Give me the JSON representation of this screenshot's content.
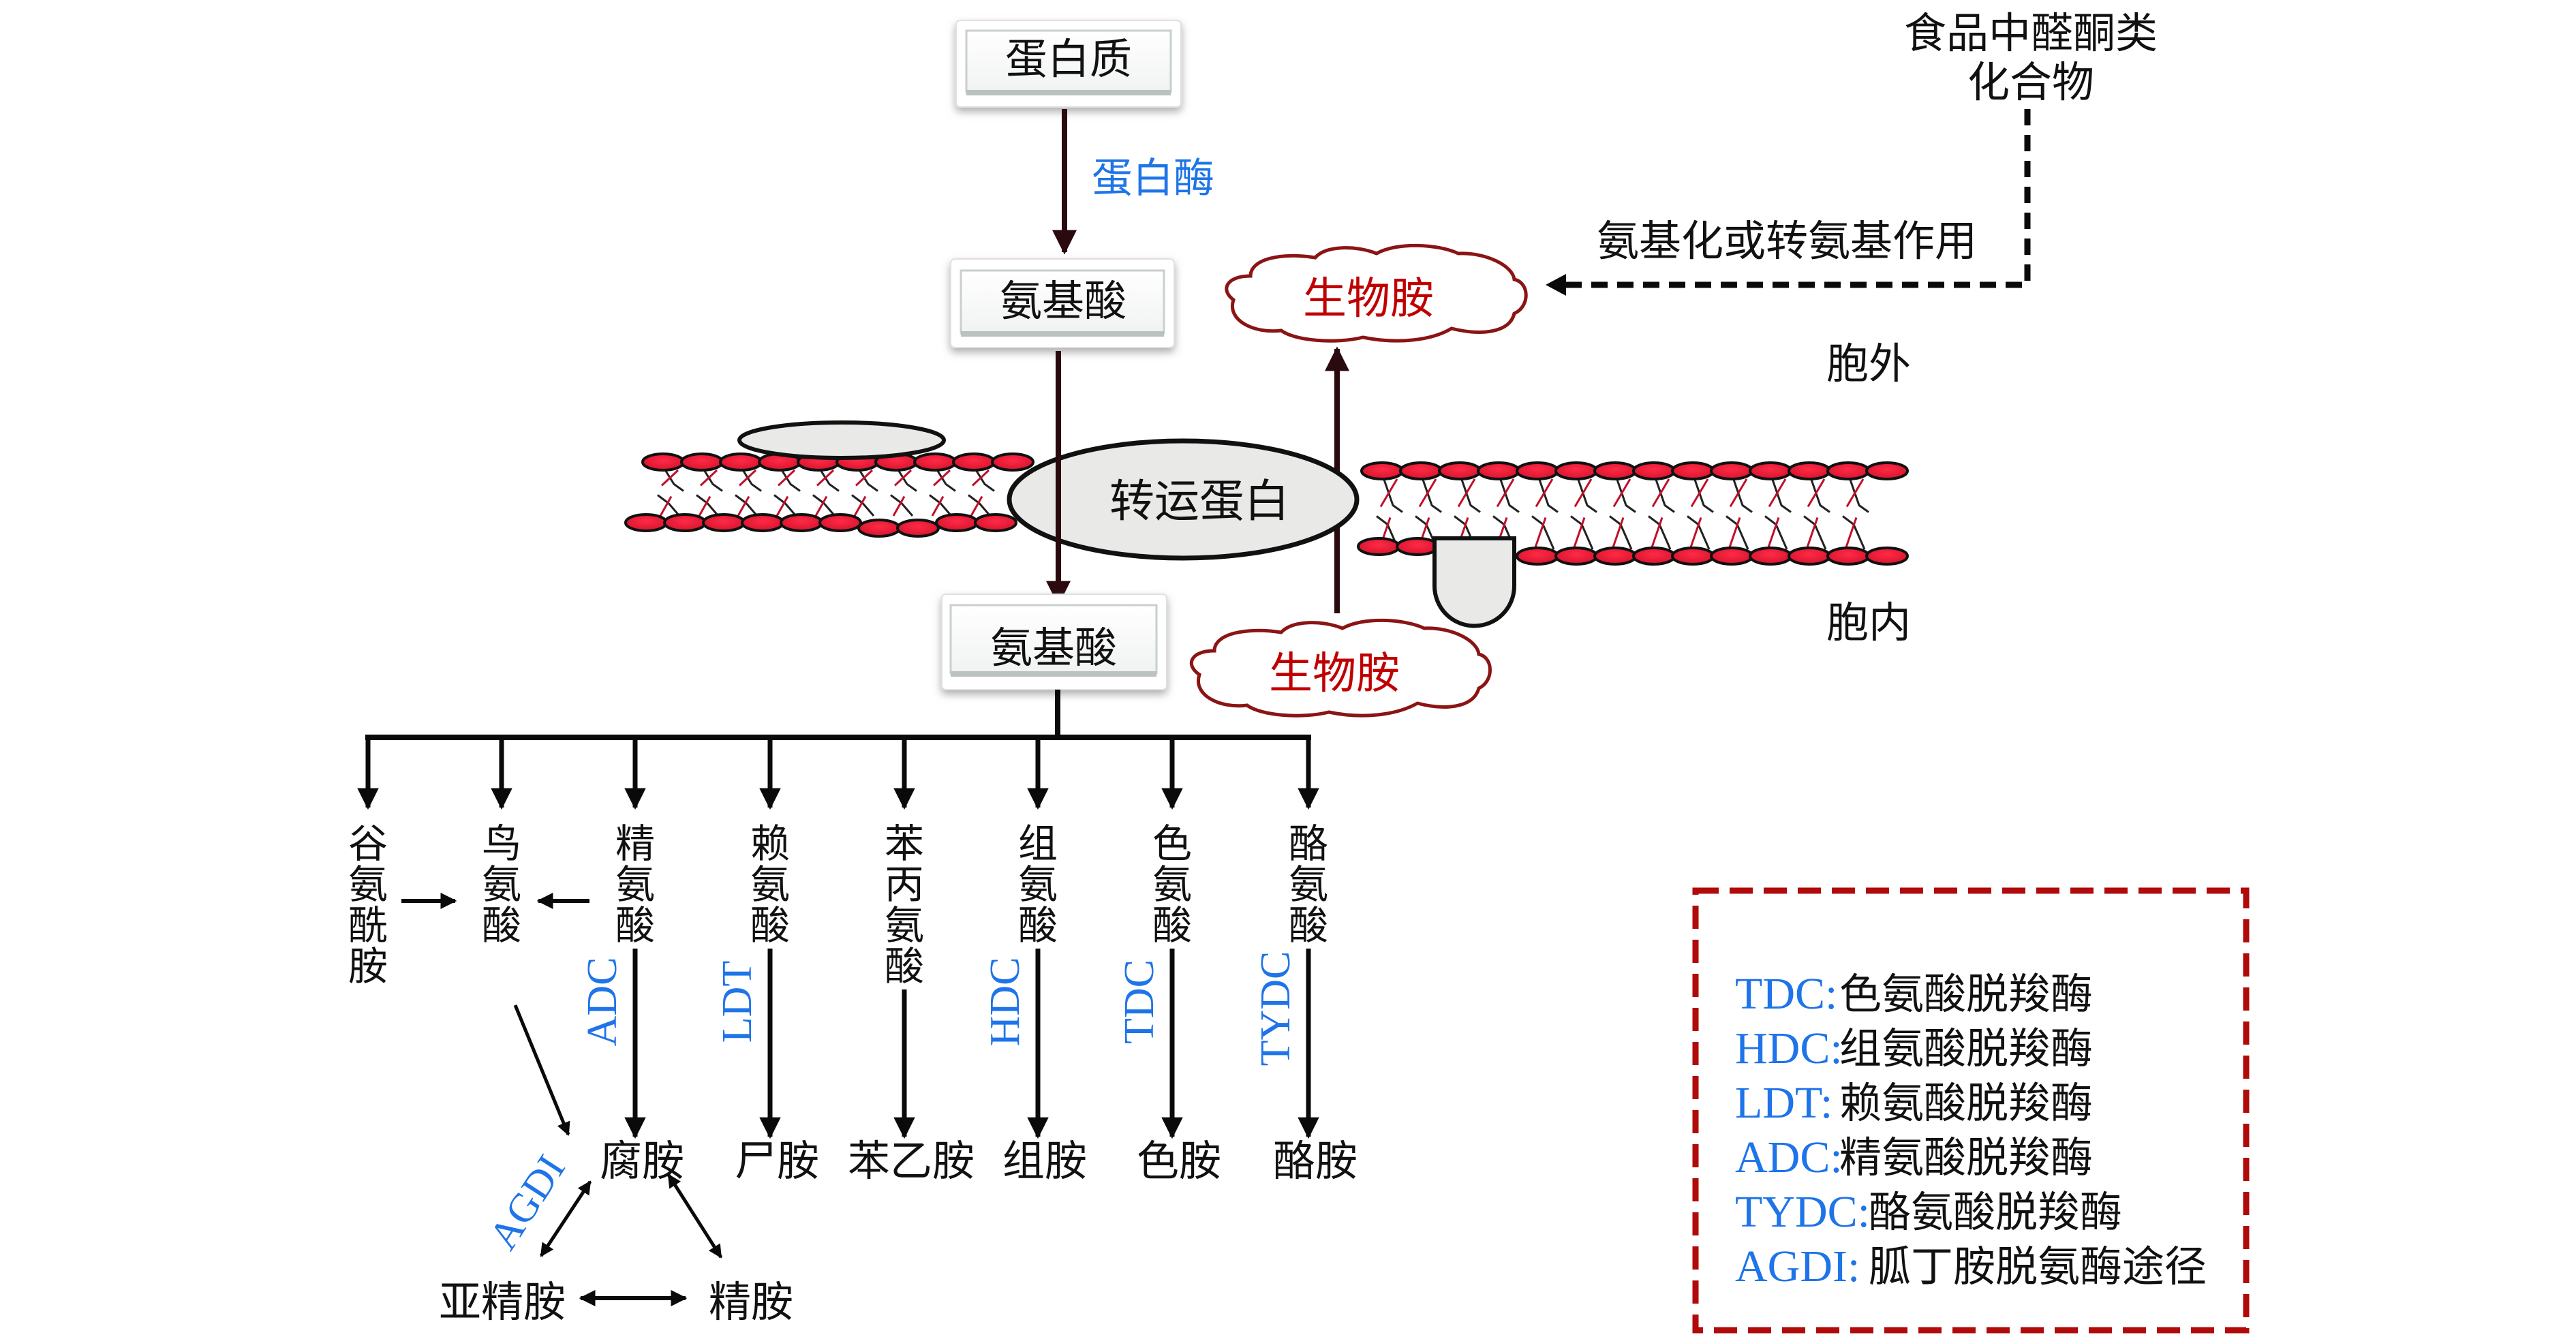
{
  "colors": {
    "arrow_dark": "#2a0a0e",
    "arrow_black": "#0a0a0a",
    "enzyme_blue": "#1e74e8",
    "amine_red": "#c00000",
    "cloud_outline": "#8b1414",
    "legend_border": "#b00a0a",
    "lipid_head": "#f0203c",
    "protein_fill": "#e9e9e7"
  },
  "top": {
    "protein_box": "蛋白质",
    "protease_label": "蛋白酶",
    "amino_acid_outer_box": "氨基酸",
    "biogenic_amine_outer": "生物胺",
    "food_source_line1": "食品中醛酮类",
    "food_source_line2": "化合物",
    "amination_label": "氨基化或转氨基作用",
    "extracellular_label": "胞外"
  },
  "membrane": {
    "transporter_label": "转运蛋白",
    "intracellular_label": "胞内"
  },
  "inner": {
    "amino_acid_inner_box": "氨基酸",
    "biogenic_amine_inner": "生物胺"
  },
  "branches": [
    {
      "id": "glutamine",
      "precursor": [
        "谷",
        "氨",
        "酰",
        "胺"
      ],
      "enzyme": "",
      "product": ""
    },
    {
      "id": "ornithine",
      "precursor": [
        "鸟",
        "氨",
        "酸"
      ],
      "enzyme": "",
      "product": ""
    },
    {
      "id": "arginine",
      "precursor": [
        "精",
        "氨",
        "酸"
      ],
      "enzyme": "ADC",
      "product": "腐胺"
    },
    {
      "id": "lysine",
      "precursor": [
        "赖",
        "氨",
        "酸"
      ],
      "enzyme": "LDT",
      "product": "尸胺"
    },
    {
      "id": "phenylalanine",
      "precursor": [
        "苯",
        "丙",
        "氨",
        "酸"
      ],
      "enzyme": "",
      "product": "苯乙胺"
    },
    {
      "id": "histidine",
      "precursor": [
        "组",
        "氨",
        "酸"
      ],
      "enzyme": "HDC",
      "product": "组胺"
    },
    {
      "id": "tryptophan",
      "precursor": [
        "色",
        "氨",
        "酸"
      ],
      "enzyme": "TDC",
      "product": "色胺"
    },
    {
      "id": "tyrosine",
      "precursor": [
        "酪",
        "氨",
        "酸"
      ],
      "enzyme": "TYDC",
      "product": "酪胺"
    }
  ],
  "polyamines": {
    "spermidine": "亚精胺",
    "spermine": "精胺",
    "agdi_label": "AGDI"
  },
  "legend": {
    "items": [
      {
        "abbr": "TDC",
        "desc": "色氨酸脱羧酶"
      },
      {
        "abbr": "HDC",
        "desc": "组氨酸脱羧酶"
      },
      {
        "abbr": "LDT",
        "desc": "赖氨酸脱羧酶"
      },
      {
        "abbr": "ADC",
        "desc": "精氨酸脱羧酶"
      },
      {
        "abbr": "TYDC",
        "desc": "酪氨酸脱羧酶"
      },
      {
        "abbr": "AGDI",
        "desc": "胍丁胺脱氨酶途径"
      }
    ]
  }
}
